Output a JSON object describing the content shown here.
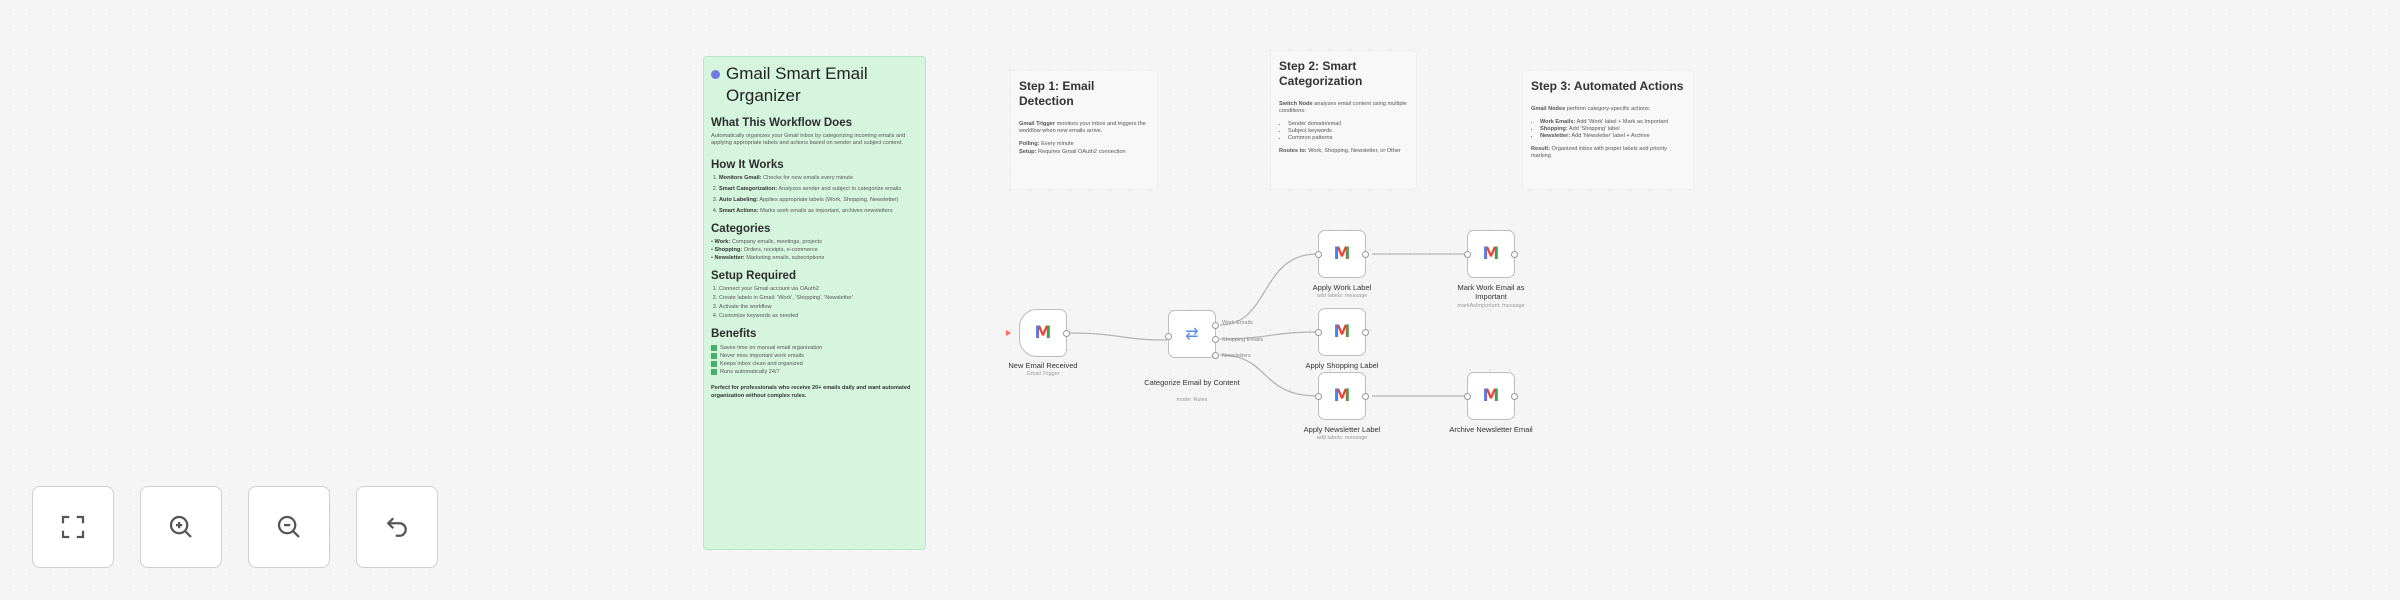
{
  "main_note": {
    "title": "Gmail Smart Email Organizer",
    "what_heading": "What This Workflow Does",
    "what_text": "Automatically organizes your Gmail inbox by categorizing incoming emails and applying appropriate labels and actions based on sender and subject content.",
    "how_heading": "How It Works",
    "how_items": [
      {
        "bold": "Monitors Gmail:",
        "text": " Checks for new emails every minute"
      },
      {
        "bold": "Smart Categorization:",
        "text": " Analyzes sender and subject to categorize emails"
      },
      {
        "bold": "Auto Labeling:",
        "text": " Applies appropriate labels (Work, Shopping, Newsletter)"
      },
      {
        "bold": "Smart Actions:",
        "text": " Marks work emails as important, archives newsletters"
      }
    ],
    "categories_heading": "Categories",
    "categories_items": [
      {
        "bold": "Work:",
        "text": " Company emails, meetings, projects"
      },
      {
        "bold": "Shopping:",
        "text": " Orders, receipts, e-commerce"
      },
      {
        "bold": "Newsletter:",
        "text": " Marketing emails, subscriptions"
      }
    ],
    "setup_heading": "Setup Required",
    "setup_items": [
      "Connect your Gmail account via OAuth2",
      "Create labels in Gmail: 'Work', 'Shopping', 'Newsletter'",
      "Activate the workflow",
      "Customize keywords as needed"
    ],
    "benefits_heading": "Benefits",
    "benefits_items": [
      "Saves time on manual email organization",
      "Never miss important work emails",
      "Keeps inbox clean and organized",
      "Runs automatically 24/7"
    ],
    "closing": "Perfect for professionals who receive 20+ emails daily and want automated organization without complex rules."
  },
  "step1": {
    "title": "Step 1: Email Detection",
    "p1_bold": "Gmail Trigger",
    "p1_text": " monitors your inbox and triggers the workflow when new emails arrive.",
    "p2_bold": "Polling:",
    "p2_text": " Every minute",
    "p3_bold": "Setup:",
    "p3_text": " Requires Gmail OAuth2 connection"
  },
  "step2": {
    "title": "Step 2: Smart Categorization",
    "p1_bold": "Switch Node",
    "p1_text": " analyzes email content using multiple conditions:",
    "bullets": [
      "Sender domain/email",
      "Subject keywords",
      "Common patterns"
    ],
    "p2_bold": "Routes to:",
    "p2_text": " Work, Shopping, Newsletter, or Other"
  },
  "step3": {
    "title": "Step 3: Automated Actions",
    "p1_bold": "Gmail Nodes",
    "p1_text": " perform category-specific actions:",
    "bullets": [
      {
        "bold": "Work Emails:",
        "text": " Add 'Work' label + Mark as Important"
      },
      {
        "bold": "Shopping:",
        "text": " Add 'Shopping' label"
      },
      {
        "bold": "Newsletter:",
        "text": " Add 'Newsletter' label + Archive"
      }
    ],
    "p2_bold": "Result:",
    "p2_text": " Organized inbox with proper labels and priority marking"
  },
  "nodes": {
    "trigger": {
      "label": "New Email Received",
      "sub": "Gmail Trigger",
      "icon": "gmail-icon"
    },
    "switch": {
      "label": "Categorize Email by Content",
      "sub": "mode: Rules",
      "icon": "switch-icon"
    },
    "work": {
      "label": "Apply Work Label",
      "sub": "add labels: message",
      "icon": "gmail-icon"
    },
    "shopping": {
      "label": "Apply Shopping Label",
      "sub": "",
      "icon": "gmail-icon"
    },
    "newsletter": {
      "label": "Apply Newsletter Label",
      "sub": "add labels: message",
      "icon": "gmail-icon"
    },
    "important": {
      "label": "Mark Work Email as Important",
      "sub": "markAsImportant: message",
      "icon": "gmail-icon"
    },
    "archive": {
      "label": "Archive Newsletter Email",
      "sub": "",
      "icon": "gmail-icon"
    }
  },
  "branches": {
    "work": "Work Emails",
    "shopping": "Shopping Emails",
    "newsletter": "Newsletters"
  },
  "controls": {
    "fit": "fit-view-icon",
    "zoom_in": "zoom-in-icon",
    "zoom_out": "zoom-out-icon",
    "undo": "undo-icon"
  },
  "colors": {
    "sticky_green": "#d6f5de",
    "accent_trigger": "#ff6d5a",
    "switch_blue": "#5a8de0"
  }
}
